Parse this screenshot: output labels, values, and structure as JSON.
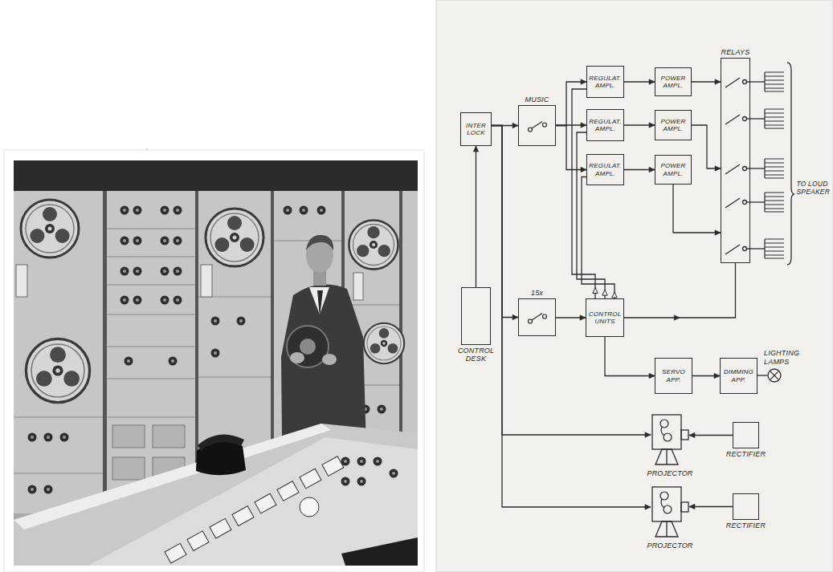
{
  "diagram": {
    "nodes": [
      {
        "text": [
          "INTER LOCK"
        ]
      },
      {
        "text": [
          "MUSIC"
        ]
      },
      {
        "text": [
          "REGULAT. AMPL."
        ]
      },
      {
        "text": [
          "POWER AMPL."
        ]
      },
      {
        "text": [
          "REGULAT. AMPL."
        ]
      },
      {
        "text": [
          "POWER AMPL."
        ]
      },
      {
        "text": [
          "REGULAT. AMPL."
        ]
      },
      {
        "text": [
          "POWER AMPL."
        ]
      },
      {
        "text": [
          "RELAYS"
        ]
      },
      {
        "text": [
          "CONTROL DESK"
        ]
      },
      {
        "text": [
          "15x"
        ]
      },
      {
        "text": [
          "CONTROL UNITS"
        ]
      },
      {
        "text": [
          "SERVO APP."
        ]
      },
      {
        "text": [
          "DIMMING APP."
        ]
      },
      {
        "text": [
          "LIGHTING LAMPS"
        ]
      },
      {
        "text": [
          "PROJECTOR"
        ]
      },
      {
        "text": [
          "RECTIFIER"
        ]
      },
      {
        "text": [
          "PROJECTOR"
        ]
      },
      {
        "text": [
          "RECTIFIER"
        ]
      }
    ],
    "edges": [
      {
        "from": 9,
        "to": 0,
        "arrow": "to"
      },
      {
        "from": 0,
        "to": 1,
        "arrow": "to"
      },
      {
        "from": 0,
        "to": 10,
        "arrow": "to"
      },
      {
        "from": 0,
        "to": 15,
        "arrow": "to"
      },
      {
        "from": 0,
        "to": 17,
        "arrow": "to"
      },
      {
        "from": 1,
        "to": 2,
        "arrow": "to"
      },
      {
        "from": 1,
        "to": 4,
        "arrow": "to"
      },
      {
        "from": 1,
        "to": 6,
        "arrow": "to"
      },
      {
        "from": 2,
        "to": 3,
        "arrow": "to"
      },
      {
        "from": 4,
        "to": 5,
        "arrow": "to"
      },
      {
        "from": 6,
        "to": 7,
        "arrow": "to"
      },
      {
        "from": 3,
        "to": 8,
        "arrow": "to"
      },
      {
        "from": 5,
        "to": 8,
        "arrow": "to"
      },
      {
        "from": 7,
        "to": 8,
        "arrow": "to"
      },
      {
        "from": 10,
        "to": 11,
        "arrow": "to"
      },
      {
        "from": 11,
        "to": 2,
        "arrow": "to"
      },
      {
        "from": 11,
        "to": 4,
        "arrow": "to"
      },
      {
        "from": 11,
        "to": 6,
        "arrow": "to"
      },
      {
        "from": 11,
        "to": 8,
        "arrow": "to"
      },
      {
        "from": 11,
        "to": 12,
        "arrow": "to"
      },
      {
        "from": 12,
        "to": 13,
        "arrow": "to"
      },
      {
        "from": 13,
        "to": 14,
        "arrow": "none"
      },
      {
        "from": 16,
        "to": 15,
        "arrow": "to"
      },
      {
        "from": 18,
        "to": 17,
        "arrow": "to"
      }
    ],
    "labels": [
      "TO LOUD SPEAKER"
    ]
  }
}
